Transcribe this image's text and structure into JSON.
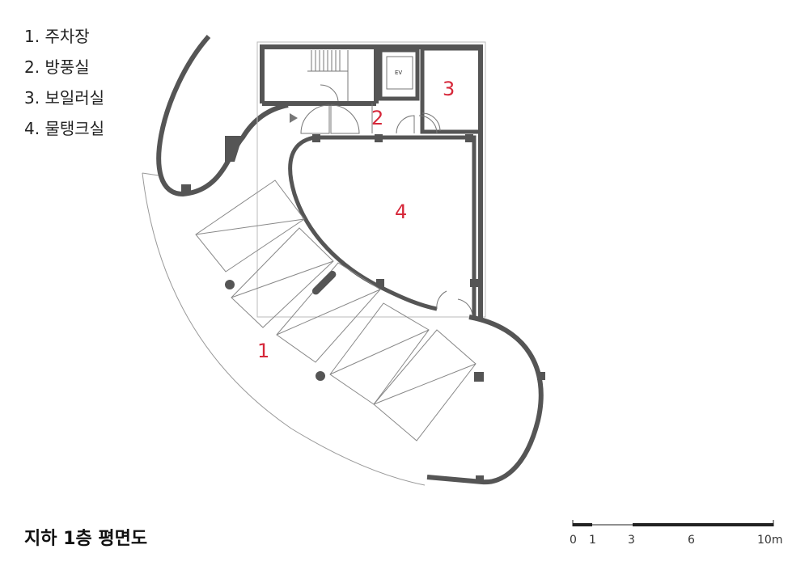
{
  "legend": {
    "items": [
      "1. 주차장",
      "2. 방풍실",
      "3. 보일러실",
      "4. 물탱크실"
    ]
  },
  "rooms": {
    "parking": "1",
    "windbreak": "2",
    "boiler": "3",
    "water_tank": "4"
  },
  "elevator_label": "EV",
  "title": "지하 1층 평면도",
  "scale_bar": {
    "ticks": [
      "0",
      "1",
      "3",
      "6",
      "10m"
    ]
  },
  "colors": {
    "wall": "#555555",
    "line": "#333333",
    "room_label": "#d6283a",
    "background": "#ffffff"
  }
}
